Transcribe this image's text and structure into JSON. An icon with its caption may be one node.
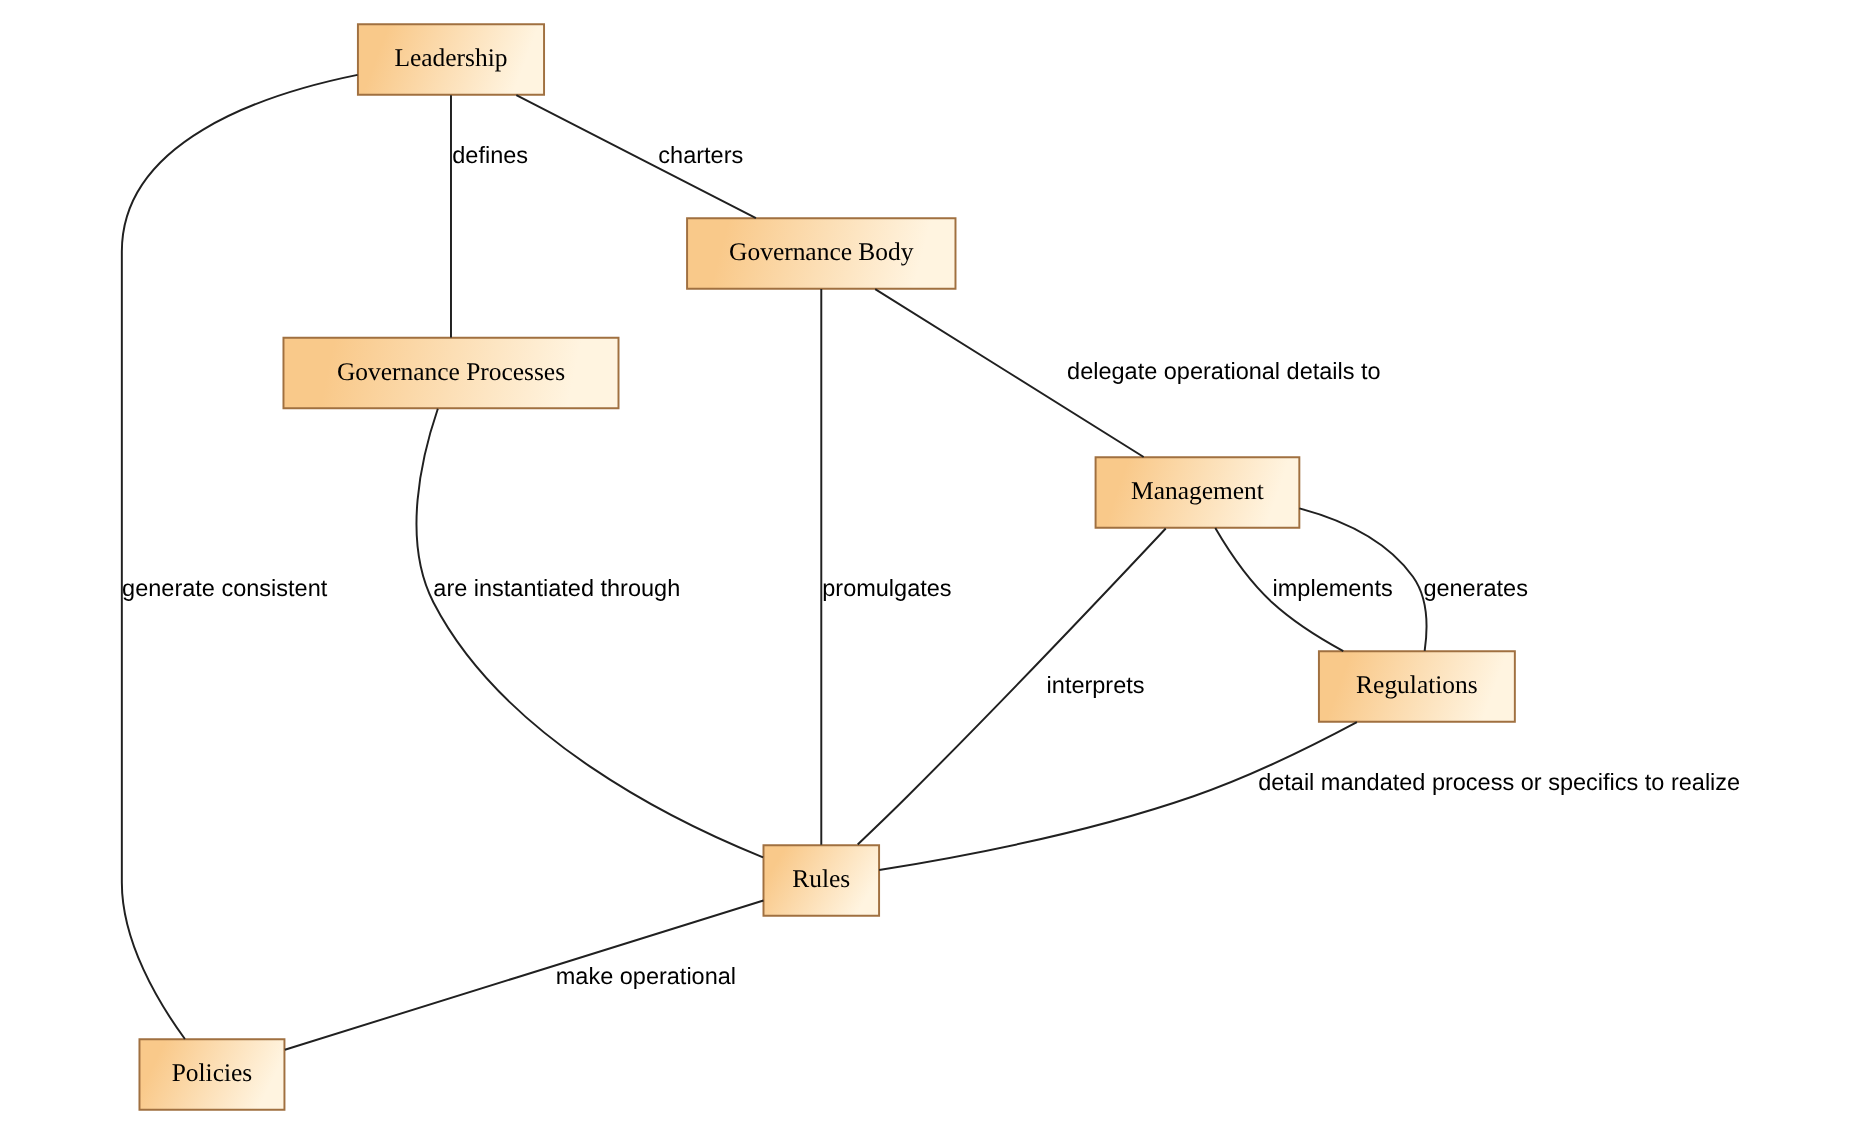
{
  "diagram": {
    "nodes": [
      {
        "text": [
          "Policies"
        ]
      },
      {
        "text": [
          "Leadership"
        ]
      },
      {
        "text": [
          "Governance Processes"
        ]
      },
      {
        "text": [
          "Governance Body"
        ]
      },
      {
        "text": [
          "Rules"
        ]
      },
      {
        "text": [
          "Management"
        ]
      },
      {
        "text": [
          "Regulations"
        ]
      }
    ],
    "edges": [
      {
        "from": 1,
        "to": 0,
        "arrow": "none",
        "label": "generate consistent"
      },
      {
        "from": 1,
        "to": 2,
        "arrow": "none",
        "label": "defines"
      },
      {
        "from": 1,
        "to": 3,
        "arrow": "none",
        "label": "charters"
      },
      {
        "from": 2,
        "to": 4,
        "arrow": "none",
        "label": "are instantiated through"
      },
      {
        "from": 4,
        "to": 0,
        "arrow": "none",
        "label": "make operational"
      },
      {
        "from": 3,
        "to": 4,
        "arrow": "none",
        "label": "promulgates"
      },
      {
        "from": 3,
        "to": 5,
        "arrow": "none",
        "label": "delegate operational details to"
      },
      {
        "from": 5,
        "to": 4,
        "arrow": "none",
        "label": "interprets"
      },
      {
        "from": 6,
        "to": 4,
        "arrow": "none",
        "label": "detail mandated process or specifics to realize"
      },
      {
        "from": 5,
        "to": 6,
        "arrow": "none",
        "label": "implements"
      },
      {
        "from": 5,
        "to": 6,
        "arrow": "none",
        "label": "generates"
      }
    ]
  }
}
